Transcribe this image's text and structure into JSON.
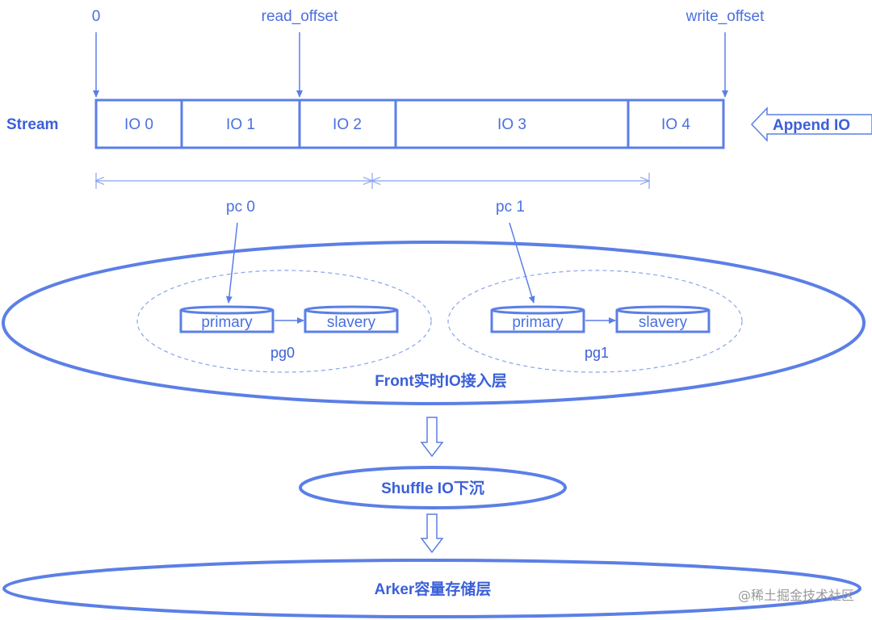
{
  "colors": {
    "accent": "#4a6fe0",
    "stroke": "#5b7fe6",
    "light_stroke": "#8aa4ee",
    "watermark": "#9a9a9a"
  },
  "offsets": {
    "start": "0",
    "read": "read_offset",
    "write": "write_offset"
  },
  "stream": {
    "label": "Stream",
    "segments": [
      "IO 0",
      "IO 1",
      "IO 2",
      "IO 3",
      "IO 4"
    ],
    "append_label": "Append IO"
  },
  "pcs": [
    "pc 0",
    "pc 1"
  ],
  "front_layer": {
    "label": "Front实时IO接入层",
    "groups": [
      {
        "name": "pg0",
        "primary": "primary",
        "slave": "slavery"
      },
      {
        "name": "pg1",
        "primary": "primary",
        "slave": "slavery"
      }
    ]
  },
  "shuffle_layer": {
    "label": "Shuffle IO下沉"
  },
  "arker_layer": {
    "label": "Arker容量存储层"
  },
  "watermark": "@稀土掘金技术社区"
}
